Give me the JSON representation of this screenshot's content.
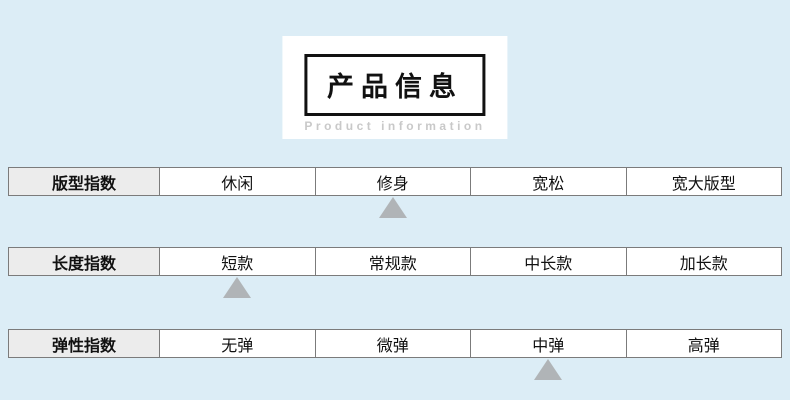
{
  "page": {
    "background_color": "#dcedf6"
  },
  "header": {
    "title": "产品信息",
    "subtitle": "Product information"
  },
  "table": {
    "marker_color": "#b0b4b7",
    "label_bg_color": "#ececec",
    "border_color": "#7b7b7b",
    "rows": [
      {
        "label": "版型指数",
        "cells": [
          "休闲",
          "修身",
          "宽松",
          "宽大版型"
        ],
        "marker_index": 1
      },
      {
        "label": "长度指数",
        "cells": [
          "短款",
          "常规款",
          "中长款",
          "加长款"
        ],
        "marker_index": 0
      },
      {
        "label": "弹性指数",
        "cells": [
          "无弹",
          "微弹",
          "中弹",
          "高弹"
        ],
        "marker_index": 2
      }
    ]
  }
}
